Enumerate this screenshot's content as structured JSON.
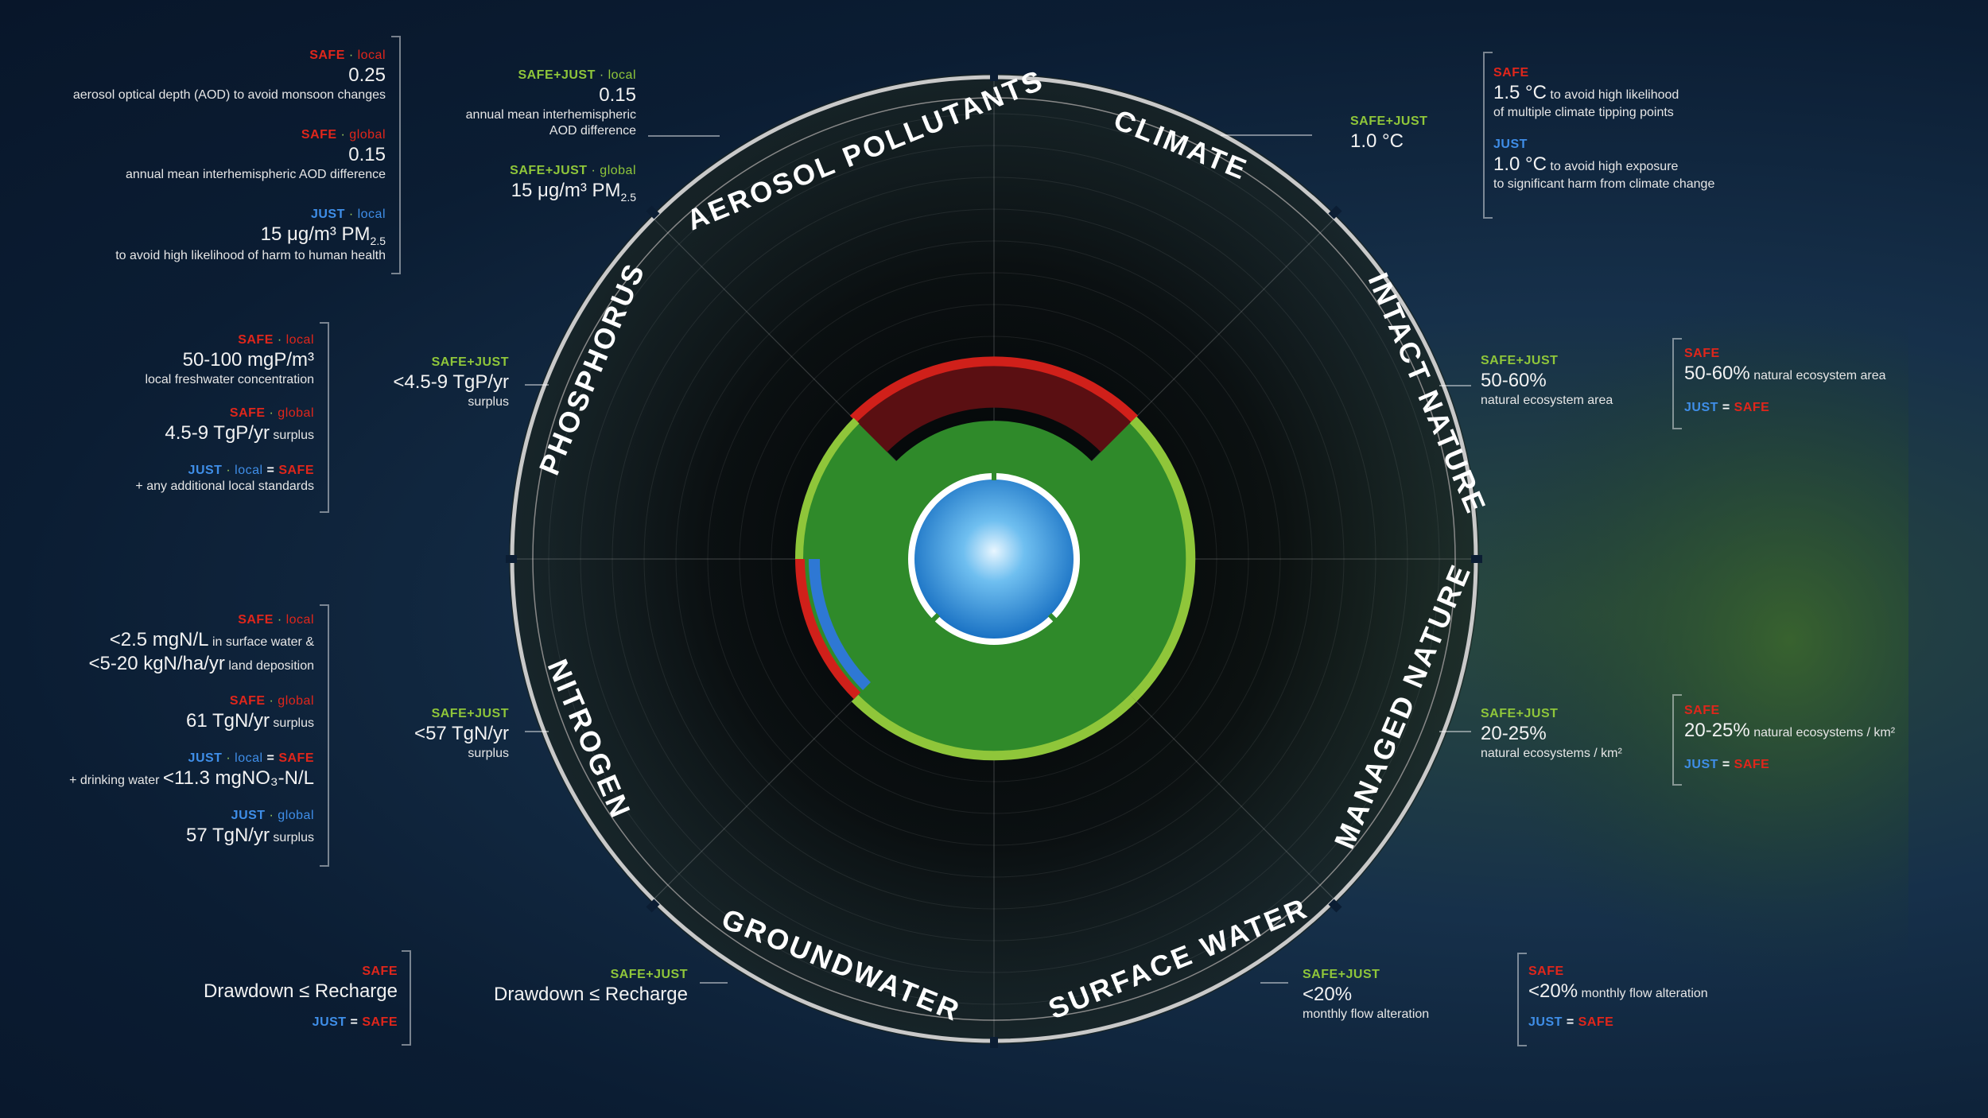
{
  "colors": {
    "safe": "#e0261b",
    "just": "#3f8ee8",
    "safe_just": "#8fc63a",
    "green_fill": "#2f8a2a",
    "dark_red": "#5a0f12"
  },
  "ring_labels": [
    "CLIMATE",
    "INTACT NATURE",
    "MANAGED NATURE",
    "SURFACE WATER",
    "GROUNDWATER",
    "NITROGEN",
    "PHOSPHORUS",
    "AEROSOL POLLUTANTS"
  ],
  "aerosol_outer": {
    "safe_local": {
      "tag": "SAFE",
      "scope": "local",
      "value": "0.25",
      "note": "aerosol optical depth (AOD) to avoid monsoon changes"
    },
    "safe_global": {
      "tag": "SAFE",
      "scope": "global",
      "value": "0.15",
      "note": "annual mean interhemispheric AOD difference"
    },
    "just_local": {
      "tag": "JUST",
      "scope": "local",
      "value": "15 μg/m³ PM",
      "sub": "2.5",
      "note": "to avoid high likelihood of harm to human health"
    }
  },
  "aerosol_inner": {
    "local": {
      "tag": "SAFE+JUST",
      "scope": "local",
      "value": "0.15",
      "note1": "annual mean interhemispheric",
      "note2": "AOD difference"
    },
    "global": {
      "tag": "SAFE+JUST",
      "scope": "global",
      "value": "15 μg/m³ PM",
      "sub": "2.5"
    }
  },
  "climate_inner": {
    "tag": "SAFE+JUST",
    "value": "1.0 °C"
  },
  "climate_outer": {
    "safe": {
      "tag": "SAFE",
      "value": "1.5 °C",
      "note": "to avoid high likelihood",
      "note2": "of multiple climate tipping points"
    },
    "just": {
      "tag": "JUST",
      "value": "1.0 °C",
      "note": "to avoid high exposure",
      "note2": "to significant harm from climate change"
    }
  },
  "phosphorus_outer": {
    "safe_local": {
      "tag": "SAFE",
      "scope": "local",
      "value": "50-100 mgP/m³",
      "note": "local freshwater concentration"
    },
    "safe_global": {
      "tag": "SAFE",
      "scope": "global",
      "value": "4.5-9 TgP/yr",
      "unit": "surplus"
    },
    "just_local": {
      "tag": "JUST",
      "scope": "local",
      "eq": "=",
      "eqtag": "SAFE",
      "note": "+ any additional local standards"
    }
  },
  "phosphorus_inner": {
    "tag": "SAFE+JUST",
    "value": "<4.5-9 TgP/yr",
    "note": "surplus"
  },
  "intact_inner": {
    "tag": "SAFE+JUST",
    "value": "50-60%",
    "note": "natural ecosystem area"
  },
  "intact_outer": {
    "tag": "SAFE",
    "value": "50-60%",
    "note": "natural ecosystem area",
    "just": "JUST",
    "eq": "=",
    "eqtag": "SAFE"
  },
  "nitrogen_outer": {
    "safe_local": {
      "tag": "SAFE",
      "scope": "local",
      "value1": "<2.5 mgN/L",
      "note1": "in surface water &",
      "value2": "<5-20 kgN/ha/yr",
      "note2": "land deposition"
    },
    "safe_global": {
      "tag": "SAFE",
      "scope": "global",
      "value": "61 TgN/yr",
      "unit": "surplus"
    },
    "just_local": {
      "tag": "JUST",
      "scope": "local",
      "eq": "=",
      "eqtag": "SAFE",
      "pre": "+ drinking water",
      "value": "<11.3 mgNO₃-N/L"
    },
    "just_global": {
      "tag": "JUST",
      "scope": "global",
      "value": "57 TgN/yr",
      "unit": "surplus"
    }
  },
  "nitrogen_inner": {
    "tag": "SAFE+JUST",
    "value": "<57 TgN/yr",
    "note": "surplus"
  },
  "managed_inner": {
    "tag": "SAFE+JUST",
    "value": "20-25%",
    "note": "natural ecosystems / km²"
  },
  "managed_outer": {
    "tag": "SAFE",
    "value": "20-25%",
    "note": "natural ecosystems / km²",
    "just": "JUST",
    "eq": "=",
    "eqtag": "SAFE"
  },
  "groundwater_outer": {
    "tag": "SAFE",
    "value": "Drawdown ≤ Recharge",
    "just": "JUST",
    "eq": "=",
    "eqtag": "SAFE"
  },
  "groundwater_inner": {
    "tag": "SAFE+JUST",
    "value": "Drawdown ≤ Recharge"
  },
  "surface_inner": {
    "tag": "SAFE+JUST",
    "value": "<20%",
    "note": "monthly flow alteration"
  },
  "surface_outer": {
    "tag": "SAFE",
    "value": "<20%",
    "note": "monthly flow alteration",
    "just": "JUST",
    "eq": "=",
    "eqtag": "SAFE"
  }
}
